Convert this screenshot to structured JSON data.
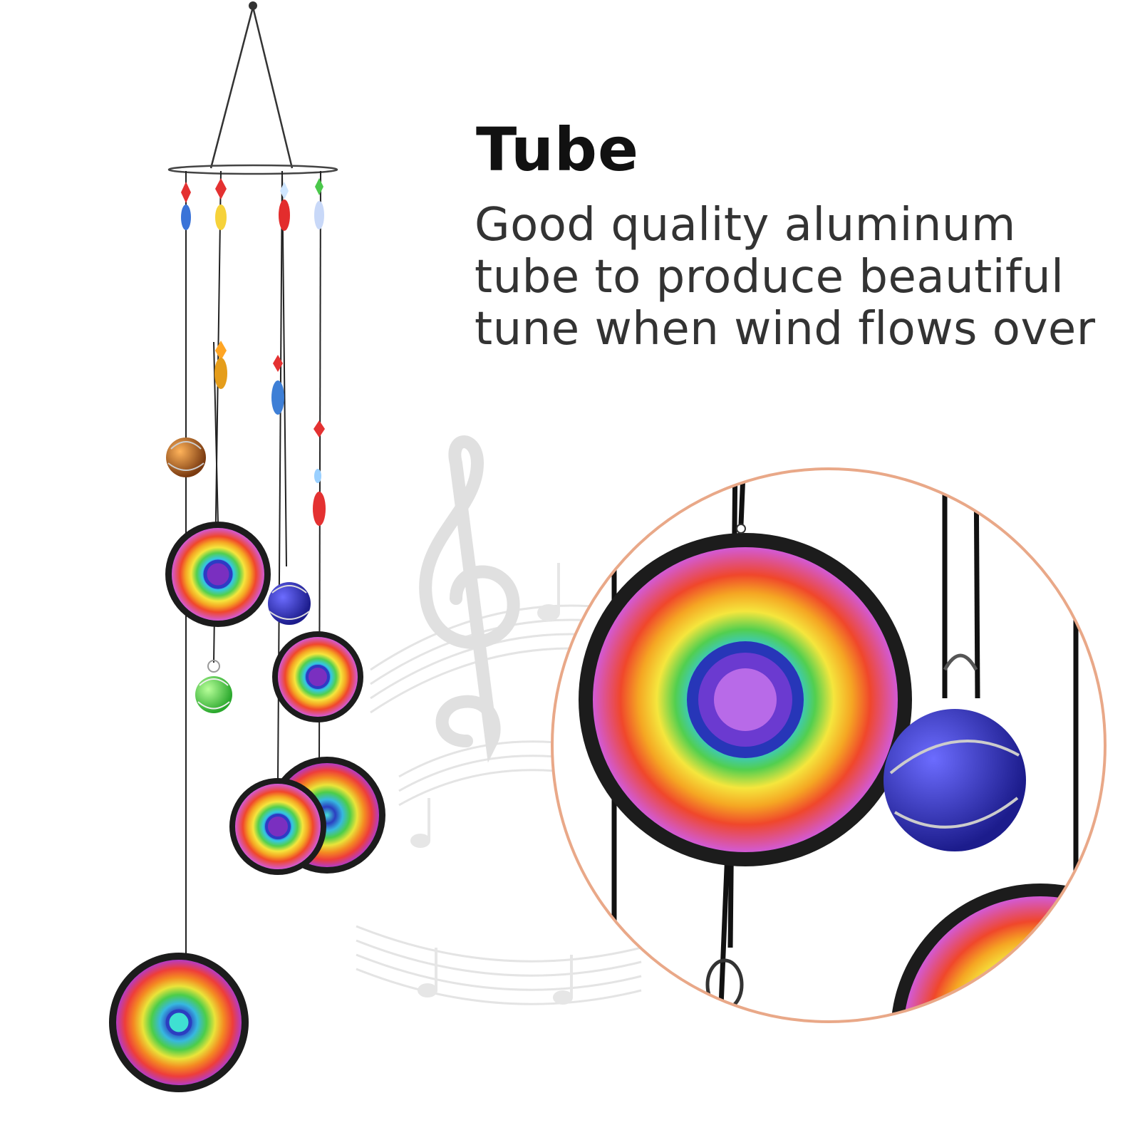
{
  "feature": {
    "title": "Tube",
    "description_lines": [
      "Good quality aluminum",
      "tube to produce beautiful",
      "tune when wind flows over"
    ]
  },
  "colors": {
    "background": "#ffffff",
    "title_text": "#111111",
    "body_text": "#333333",
    "zoom_ring": "#e9a888",
    "disc_rim": "#1c1c1c",
    "mandala_palette": [
      "#7b2fa6",
      "#3a3ac8",
      "#2fb8d8",
      "#49c94a",
      "#f2e43c",
      "#f5a623",
      "#f0472b",
      "#e04aa8"
    ]
  },
  "product": {
    "name": "rainbow mandala wind chime",
    "disc_count": 5,
    "bead_ball_colors": [
      "#b4621e",
      "#2a2ab8",
      "#3fd046"
    ]
  },
  "icons": [
    "treble-clef-icon",
    "music-note-icon"
  ]
}
